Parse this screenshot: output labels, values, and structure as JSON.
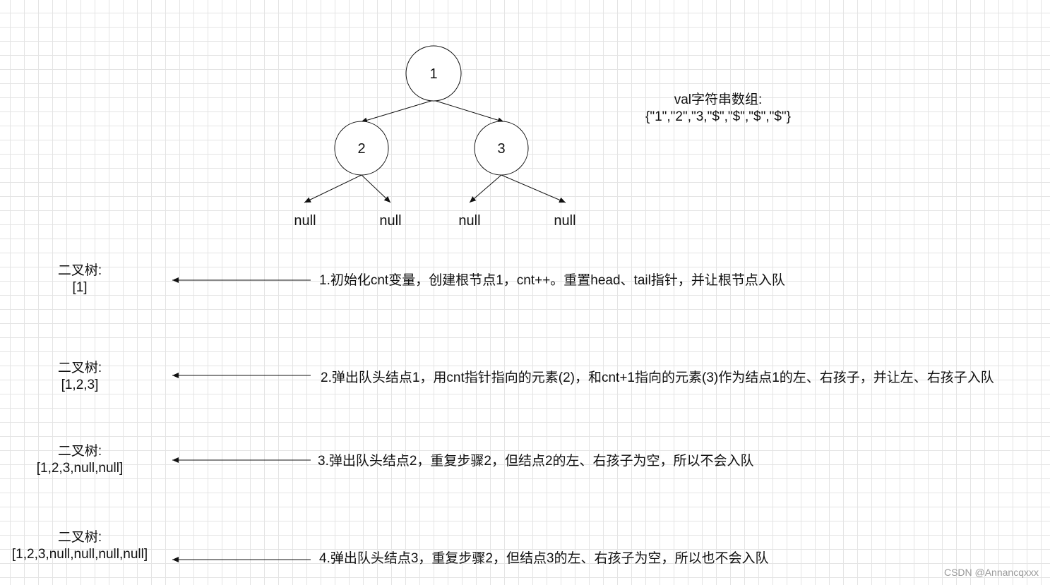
{
  "tree": {
    "nodes": [
      {
        "id": "n1",
        "label": "1"
      },
      {
        "id": "n2",
        "label": "2"
      },
      {
        "id": "n3",
        "label": "3"
      }
    ],
    "nulls": [
      "null",
      "null",
      "null",
      "null"
    ]
  },
  "val_array": {
    "title": "val字符串数组:",
    "value": "{\"1\",\"2\",\"3,\"$\",\"$\",\"$\",\"$\"}"
  },
  "steps": [
    {
      "tree_label": "二叉树:",
      "tree_value": "[1]",
      "description": "1.初始化cnt变量，创建根节点1，cnt++。重置head、tail指针，并让根节点入队"
    },
    {
      "tree_label": "二叉树:",
      "tree_value": "[1,2,3]",
      "description": "2.弹出队头结点1，用cnt指针指向的元素(2)，和cnt+1指向的元素(3)作为结点1的左、右孩子，并让左、右孩子入队"
    },
    {
      "tree_label": "二叉树:",
      "tree_value": "[1,2,3,null,null]",
      "description": "3.弹出队头结点2，重复步骤2，但结点2的左、右孩子为空，所以不会入队"
    },
    {
      "tree_label": "二叉树:",
      "tree_value": "[1,2,3,null,null,null,null]",
      "description": "4.弹出队头结点3，重复步骤2，但结点3的左、右孩子为空，所以也不会入队"
    }
  ],
  "watermark": "CSDN @Annancqxxx"
}
